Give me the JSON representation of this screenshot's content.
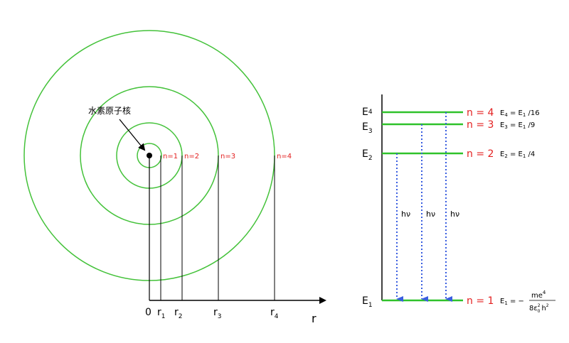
{
  "orbits": {
    "nucleus_label": "水素原子核",
    "orbit_labels": [
      "n=1",
      "n=2",
      "n=3",
      "n=4"
    ],
    "origin_label": "0",
    "radius_labels": [
      {
        "main": "r",
        "sub": "1"
      },
      {
        "main": "r",
        "sub": "2"
      },
      {
        "main": "r",
        "sub": "3"
      },
      {
        "main": "r",
        "sub": "4"
      }
    ],
    "axis_label": "r"
  },
  "levels": {
    "energy_labels": [
      {
        "main": "E",
        "sub": "4"
      },
      {
        "main": "E",
        "sub": "3"
      },
      {
        "main": "E",
        "sub": "2"
      },
      {
        "main": "E",
        "sub": "1"
      }
    ],
    "n_labels": [
      "n = 4",
      "n = 3",
      "n = 2",
      "n = 1"
    ],
    "formulas": [
      {
        "left_main": "E",
        "left_sub": "4",
        "eq": " = ",
        "right_main": "E",
        "right_sub": "1",
        "tail": " /16"
      },
      {
        "left_main": "E",
        "left_sub": "3",
        "eq": " = ",
        "right_main": "E",
        "right_sub": "1",
        "tail": " /9"
      },
      {
        "left_main": "E",
        "left_sub": "2",
        "eq": " = ",
        "right_main": "E",
        "right_sub": "1",
        "tail": " /4"
      }
    ],
    "e1_formula": {
      "lhs_main": "E",
      "lhs_sub": "1",
      "eq": " = −",
      "num_main": "me",
      "num_sup": "4",
      "den_a": "8ε",
      "den_a_sup": "2",
      "den_a_sub": "0",
      "den_b": "h",
      "den_b_sup": "2"
    },
    "transition_label": "hν"
  },
  "colors": {
    "orbit": "#44c23a",
    "level": "#2fc22a",
    "quantum_label": "#e31f1f",
    "transition": "#3a5ee0",
    "axis": "#000000"
  }
}
